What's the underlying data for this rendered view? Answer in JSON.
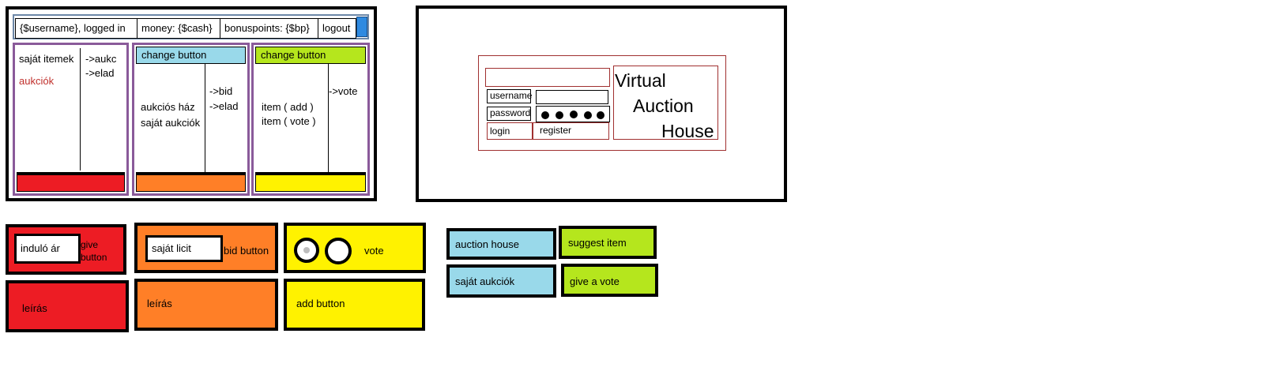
{
  "colors": {
    "red": "#ed1c24",
    "orange": "#ff7f27",
    "yellow": "#fff200",
    "blue": "#99d9ea",
    "green": "#b5e61d",
    "panel_border": "#8a5a9a",
    "login_border": "#a03030",
    "aukciok_text": "#c0302c"
  },
  "topbar": {
    "user": "{$username}, logged in",
    "money": "money: {$cash}",
    "bonus": "bonuspoints: {$bp}",
    "logout": "logout"
  },
  "panel1": {
    "item_sajat": "saját itemek",
    "item_aukciok": "aukciók",
    "link_aukc": "->aukc",
    "link_elad": "->elad"
  },
  "panel2": {
    "header": "change button",
    "item_aukcios_haz": "aukciós ház",
    "item_sajat_aukciok": "saját aukciók",
    "link_bid": "->bid",
    "link_elad": "->elad"
  },
  "panel3": {
    "header": "change button",
    "item_add": "item ( add )",
    "item_vote": "item  ( vote )",
    "link_vote": "->vote"
  },
  "login": {
    "username_label": "username",
    "password_label": "password",
    "login_button": "login",
    "register_button": "register",
    "title_line1": "Virtual",
    "title_line2": "Auction",
    "title_line3": "House"
  },
  "components": {
    "red_top": {
      "input": "induló ár",
      "button": "give\nbutton"
    },
    "red_bottom": {
      "label": "leírás"
    },
    "orange_top": {
      "input": "saját licit",
      "button": "bid button"
    },
    "orange_bottom": {
      "label": "leírás"
    },
    "yellow_top": {
      "label": "vote"
    },
    "yellow_bottom": {
      "label": "add button"
    },
    "blue_1": "auction house",
    "blue_2": "saját aukciók",
    "green_1": "suggest item",
    "green_2": "give a vote"
  }
}
